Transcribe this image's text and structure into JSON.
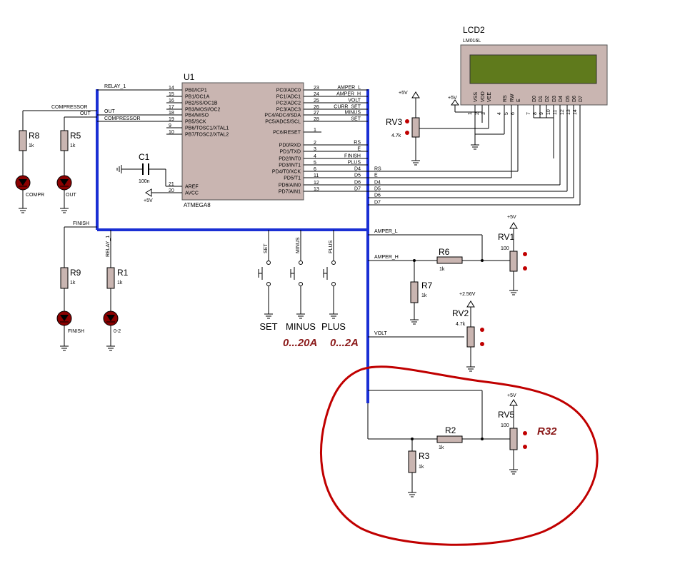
{
  "mcu": {
    "ref": "U1",
    "part": "ATMEGA8",
    "left_pins": [
      {
        "num": "14",
        "name": "PB0/ICP1",
        "net": "RELAY_1"
      },
      {
        "num": "15",
        "name": "PB1/OC1A",
        "net": ""
      },
      {
        "num": "16",
        "name": "PB2/SS/OC1B",
        "net": ""
      },
      {
        "num": "17",
        "name": "PB3/MOSI/OC2",
        "net": ""
      },
      {
        "num": "18",
        "name": "PB4/MISO",
        "net": "OUT"
      },
      {
        "num": "19",
        "name": "PB5/SCK",
        "net": "COMPRESSOR"
      },
      {
        "num": "9",
        "name": "PB6/TOSC1/XTAL1",
        "net": ""
      },
      {
        "num": "10",
        "name": "PB7/TOSC2/XTAL2",
        "net": ""
      }
    ],
    "power_pins": [
      {
        "num": "21",
        "name": "AREF"
      },
      {
        "num": "20",
        "name": "AVCC"
      }
    ],
    "right_pins_c": [
      {
        "num": "23",
        "name": "PC0/ADC0",
        "net": "AMPER_L"
      },
      {
        "num": "24",
        "name": "PC1/ADC1",
        "net": "AMPER_H"
      },
      {
        "num": "25",
        "name": "PC2/ADC2",
        "net": "VOLT"
      },
      {
        "num": "26",
        "name": "PC3/ADC3",
        "net": "CURR_SET"
      },
      {
        "num": "27",
        "name": "PC4/ADC4/SDA",
        "net": "MINUS"
      },
      {
        "num": "28",
        "name": "PC5/ADC5/SCL",
        "net": "SET"
      },
      {
        "num": "1",
        "name": "PC6/RESET",
        "net": ""
      }
    ],
    "right_pins_d": [
      {
        "num": "2",
        "name": "PD0/RXD",
        "net": "RS"
      },
      {
        "num": "3",
        "name": "PD1/TXD",
        "net": "E"
      },
      {
        "num": "4",
        "name": "PD2/INT0",
        "net": "FINISH"
      },
      {
        "num": "5",
        "name": "PD3/INT1",
        "net": "PLUS"
      },
      {
        "num": "6",
        "name": "PD4/T0/XCK",
        "net": "D4"
      },
      {
        "num": "11",
        "name": "PD5/T1",
        "net": "D5"
      },
      {
        "num": "12",
        "name": "PD6/AIN0",
        "net": "D6"
      },
      {
        "num": "13",
        "name": "PD7/AIN1",
        "net": "D7"
      }
    ]
  },
  "lcd": {
    "ref": "LCD2",
    "part": "LM016L",
    "pins": [
      {
        "name": "VSS",
        "num": "1"
      },
      {
        "name": "VDD",
        "num": "2"
      },
      {
        "name": "VEE",
        "num": "3"
      },
      {
        "name": "RS",
        "num": "4"
      },
      {
        "name": "RW",
        "num": "5"
      },
      {
        "name": "E",
        "num": "6"
      },
      {
        "name": "D0",
        "num": "7"
      },
      {
        "name": "D1",
        "num": "8"
      },
      {
        "name": "D2",
        "num": "9"
      },
      {
        "name": "D3",
        "num": "10"
      },
      {
        "name": "D4",
        "num": "11"
      },
      {
        "name": "D5",
        "num": "12"
      },
      {
        "name": "D6",
        "num": "13"
      },
      {
        "name": "D7",
        "num": "14"
      }
    ],
    "bus_nets": [
      "RS",
      "E",
      "D4",
      "D5",
      "D6",
      "D7"
    ]
  },
  "resistors": {
    "r8": {
      "ref": "R8",
      "value": "1k"
    },
    "r5": {
      "ref": "R5",
      "value": "1k"
    },
    "r9": {
      "ref": "R9",
      "value": "1k"
    },
    "r1": {
      "ref": "R1",
      "value": "1k"
    },
    "r6": {
      "ref": "R6",
      "value": "1k"
    },
    "r7": {
      "ref": "R7",
      "value": "1k"
    },
    "r2": {
      "ref": "R2",
      "value": "1k"
    },
    "r3": {
      "ref": "R3",
      "value": "1k"
    }
  },
  "pots": {
    "rv3": {
      "ref": "RV3",
      "value": "4.7k",
      "supply": "+5V"
    },
    "rv1": {
      "ref": "RV1",
      "value": "100",
      "supply": "+5V"
    },
    "rv2": {
      "ref": "RV2",
      "value": "4.7k",
      "supply": "+2.56V"
    },
    "rv5": {
      "ref": "RV5",
      "value": "100",
      "supply": "+5V"
    }
  },
  "capacitor": {
    "ref": "C1",
    "value": "100n"
  },
  "leds": {
    "compr": "COMPR",
    "out": "OUT",
    "finish": "FINISH",
    "relay": "0-2"
  },
  "nets": {
    "compressor": "COMPRESSOR",
    "out": "OUT",
    "relay1": "RELAY_1",
    "finish": "FINISH",
    "amper_l": "AMPER_L",
    "amper_h": "AMPER_H",
    "volt": "VOLT",
    "vdd_lcd": "+5V",
    "avcc": "+5V"
  },
  "buttons": [
    {
      "net": "SET",
      "label": "SET"
    },
    {
      "net": "MINUS",
      "label": "MINUS"
    },
    {
      "net": "PLUS",
      "label": "PLUS"
    }
  ],
  "annotations": {
    "range_20": "0...20A",
    "range_2": "0...2A",
    "r32": "R32"
  },
  "colors": {
    "bus": "#1a2fd4",
    "chip_fill": "#c9b5b1",
    "lcd_screen": "#5f7a1c",
    "led_fill": "#8b0000",
    "annotation": "#8b1a1a",
    "circle": "#c00000"
  }
}
